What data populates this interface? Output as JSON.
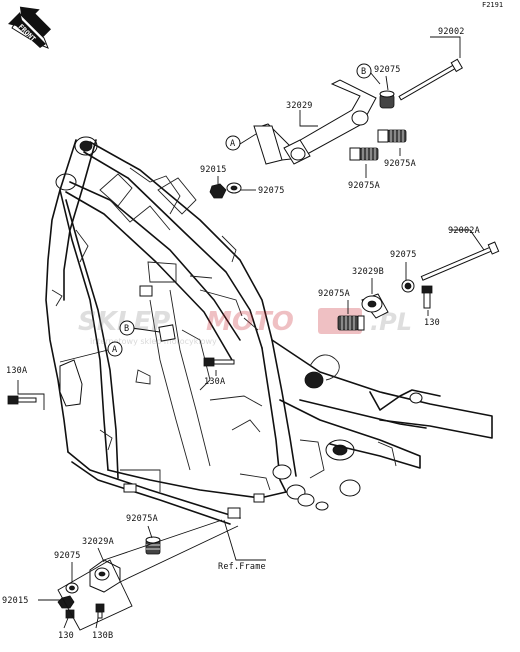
{
  "diagram_code": "F2191",
  "front_label": "FRONT",
  "watermark": {
    "brand_left": "SKLEP",
    "brand_right": "MOTO",
    "brand_suffix": ".PL",
    "tagline": "internetowy sklep motocyklowy"
  },
  "callouts": {
    "circle_a": "A",
    "circle_b": "B"
  },
  "part_labels": {
    "p92002": "92002",
    "p92075_top": "92075",
    "p32029": "32029",
    "p92075a_right": "92075A",
    "p92015_upper": "92015",
    "p92075_upper": "92075",
    "p92075a_center": "92075A",
    "p92002a": "92002A",
    "p92075_mid": "92075",
    "p32029b": "32029B",
    "p92075a_mid": "92075A",
    "p130_right": "130",
    "p130a_left": "130A",
    "p130a_center": "130A",
    "p92075a_low": "92075A",
    "p32029a": "32029A",
    "p92075_low": "92075",
    "p92015_low": "92015",
    "p130_low": "130",
    "p130b": "130B",
    "ref_frame": "Ref.Frame"
  }
}
